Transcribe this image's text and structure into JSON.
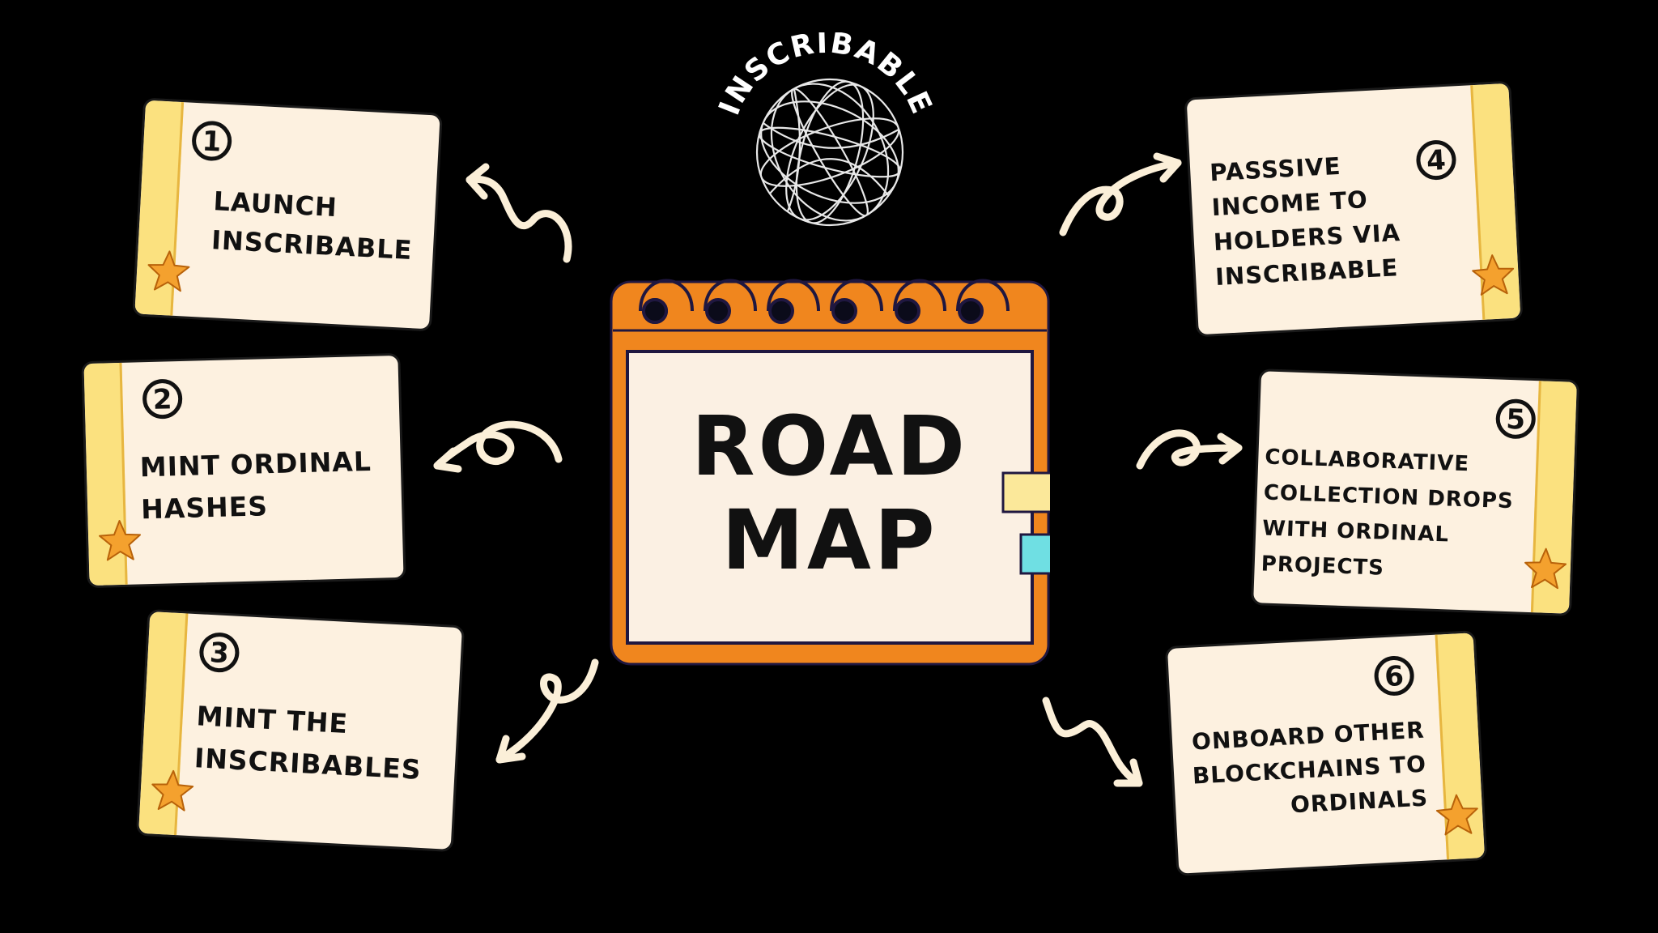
{
  "brand": {
    "name": "INSCRIBABLE"
  },
  "center": {
    "line1": "ROAD",
    "line2": "MAP"
  },
  "steps": [
    {
      "number": "1",
      "lines": [
        "LAUNCH",
        "INSCRIBABLE"
      ]
    },
    {
      "number": "2",
      "lines": [
        "MINT ORDINAL",
        "HASHES"
      ]
    },
    {
      "number": "3",
      "lines": [
        "MINT THE",
        "INSCRIBABLES"
      ]
    },
    {
      "number": "4",
      "lines": [
        "PASSSIVE",
        "INCOME TO",
        "HOLDERS VIA",
        "INSCRIBABLE"
      ]
    },
    {
      "number": "5",
      "lines": [
        "COLLABORATIVE",
        "COLLECTION DROPS",
        "WITH ORDINAL",
        "PROJECTS"
      ]
    },
    {
      "number": "6",
      "lines": [
        "ONBOARD OTHER",
        "BLOCKCHAINS TO",
        "ORDINALS"
      ]
    }
  ],
  "colors": {
    "background": "#000000",
    "card": "#fdf1e0",
    "strip": "#fbe17f",
    "star": "#f4a12e",
    "calendar_frame": "#f0861e",
    "calendar_page": "#fbf0e3",
    "tab_yellow": "#fbe89a",
    "tab_cyan": "#6fdfe3",
    "arrow": "#fbefd8"
  }
}
